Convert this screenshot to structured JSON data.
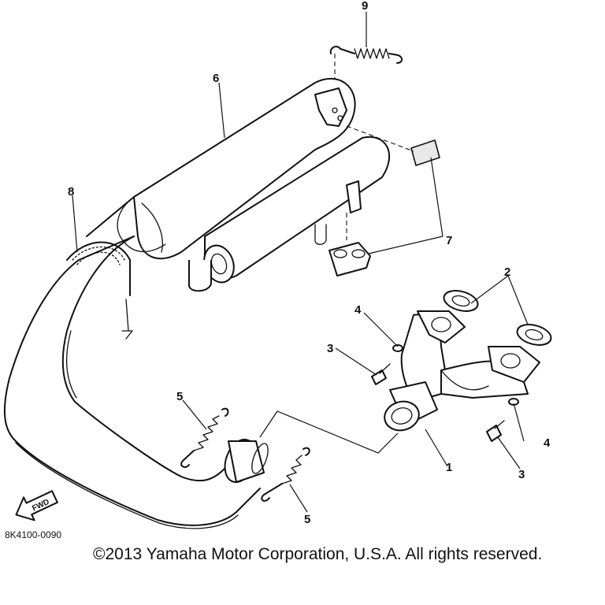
{
  "diagram": {
    "callouts": {
      "c1": "1",
      "c2": "2",
      "c3a": "3",
      "c3b": "3",
      "c4a": "4",
      "c4b": "4",
      "c5a": "5",
      "c5b": "5",
      "c6": "6",
      "c7": "7",
      "c8": "8",
      "c9": "9"
    },
    "fwd_label": "FWD",
    "part_code": "8K4100-0090"
  },
  "copyright": "©2013 Yamaha Motor Corporation, U.S.A. All rights reserved."
}
